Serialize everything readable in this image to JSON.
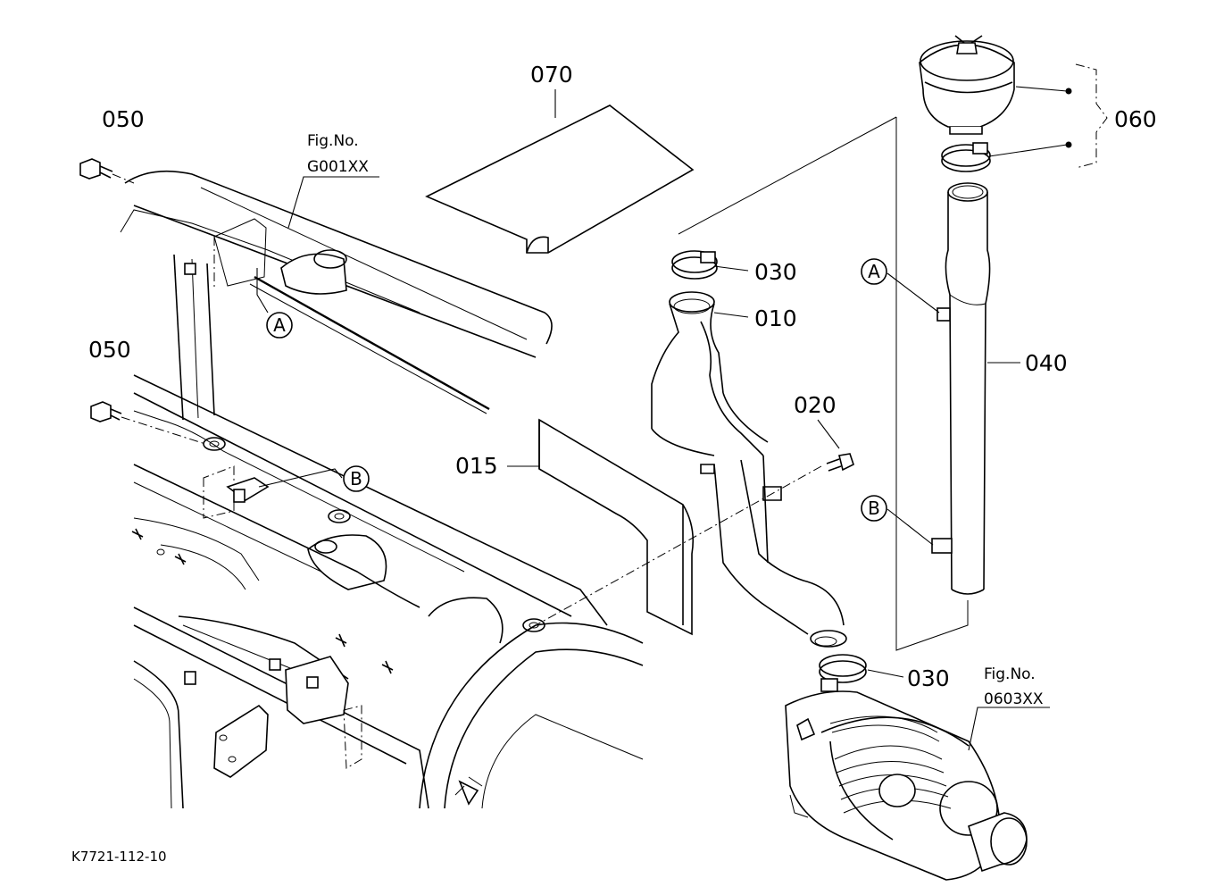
{
  "diagram": {
    "part_labels": {
      "p050_top": "050",
      "p050_mid": "050",
      "p070": "070",
      "p030_top": "030",
      "p010": "010",
      "p015": "015",
      "p020": "020",
      "p030_bottom": "030",
      "p040": "040",
      "p060": "060"
    },
    "callouts": {
      "a_left": "A",
      "b_left": "B",
      "a_right": "A",
      "b_right": "B"
    },
    "fig_refs": {
      "top_line1": "Fig.No.",
      "top_line2": "G001XX",
      "bottom_line1": "Fig.No.",
      "bottom_line2": "0603XX"
    },
    "footer_code": "K7721-112-10"
  }
}
